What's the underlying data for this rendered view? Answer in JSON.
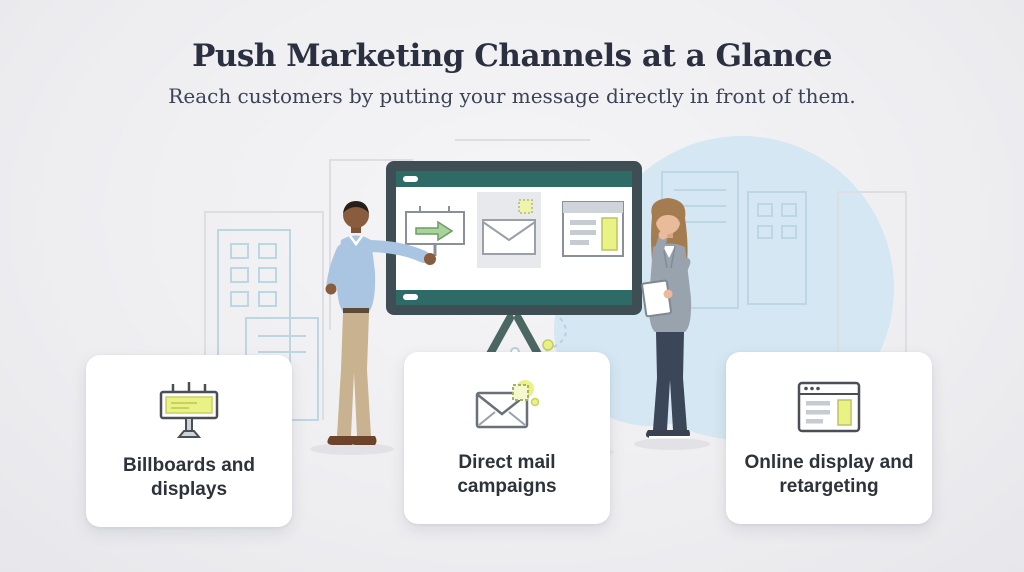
{
  "header": {
    "title": "Push Marketing Channels at a Glance",
    "subtitle": "Reach customers by putting your message directly in front of them."
  },
  "cards": [
    {
      "id": "billboards",
      "icon": "billboard-icon",
      "label": "Billboards and displays"
    },
    {
      "id": "direct-mail",
      "icon": "envelope-icon",
      "label": "Direct mail campaigns"
    },
    {
      "id": "online-display",
      "icon": "browser-ad-icon",
      "label": "Online display and retargeting"
    }
  ],
  "colors": {
    "accent_yellow_green": "#e9f285",
    "teal": "#2e6b66",
    "line_blue": "#bdd6e4",
    "blob_blue": "#d4e7f2",
    "background": "#efeff2",
    "text_dark": "#2b3040",
    "card_background": "#ffffff"
  }
}
